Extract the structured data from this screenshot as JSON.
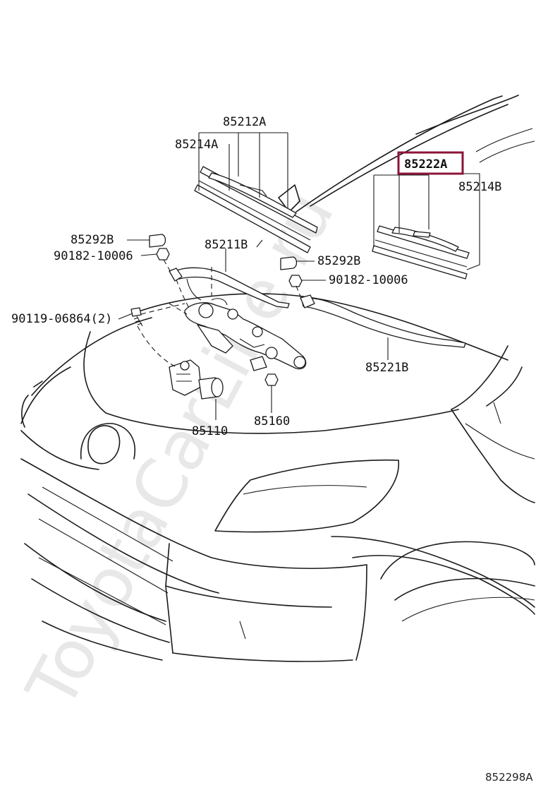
{
  "watermark": "ToyotaCarLine.ru",
  "diagram_code": "852298A",
  "parts": {
    "p85212A": "85212A",
    "p85214A": "85214A",
    "p85222A": "85222A",
    "p85214B": "85214B",
    "p85292B_left": "85292B",
    "p90182_left": "90182-10006",
    "p85211B": "85211B",
    "p85292B_right": "85292B",
    "p90182_right": "90182-10006",
    "p90119": "90119-06864(2)",
    "p85221B": "85221B",
    "p85110": "85110",
    "p85160": "85160"
  },
  "highlight_color": "#8b1538"
}
